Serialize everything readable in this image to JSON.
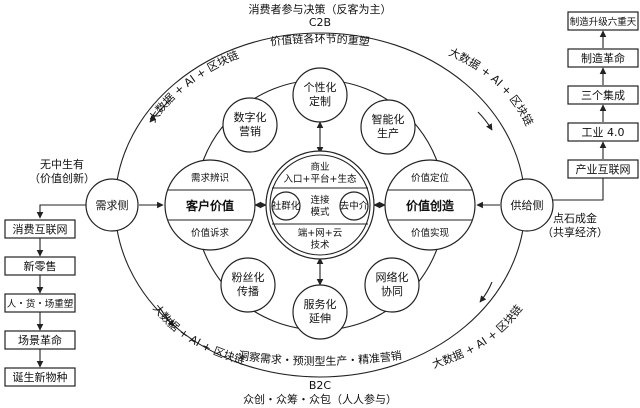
{
  "top": {
    "title": "消费者参与决策（反客为主）",
    "mode": "C2B"
  },
  "bottom": {
    "mode": "B2C",
    "subtitle": "众创・众筹・众包（人人参与）"
  },
  "arcs": {
    "top_center": "价值链各环节的重塑",
    "top_left": "大数据 + AI + 区块链",
    "top_right": "大数据 + AI + 区块链",
    "bottom_left": "大数据 + AI + 区块链",
    "bottom_right": "大数据 + AI + 区块链",
    "bottom_center": "洞察需求・预测型生产・精准营销"
  },
  "demand": {
    "node": "需求侧",
    "note_line1": "无中生有",
    "note_line2": "（价值创新）",
    "chain": [
      "消费互联网",
      "新零售",
      "人・货・场重塑",
      "场景革命",
      "诞生新物种"
    ]
  },
  "supply": {
    "node": "供给侧",
    "note_line1": "点石成金",
    "note_line2": "（共享经济）",
    "chain": [
      "制造升级六重天",
      "制造革命",
      "三个集成",
      "工业 4.0",
      "产业互联网"
    ]
  },
  "customer_value": {
    "title": "客户价值",
    "top": "需求辨识",
    "bottom": "价值诉求"
  },
  "value_creation": {
    "title": "价值创造",
    "top": "价值定位",
    "bottom": "价值实现"
  },
  "center": {
    "top_line1": "商业",
    "top_line2": "入口+平台+生态",
    "middle_line1": "连接",
    "middle_line2": "模式",
    "left": "社群化",
    "right": "去中介",
    "bottom_line1": "端+网+云",
    "bottom_line2": "技术"
  },
  "satellites": [
    {
      "id": "personalized",
      "line1": "个性化",
      "line2": "定制"
    },
    {
      "id": "smart-production",
      "line1": "智能化",
      "line2": "生产"
    },
    {
      "id": "network-collaboration",
      "line1": "网络化",
      "line2": "协同"
    },
    {
      "id": "service-extension",
      "line1": "服务化",
      "line2": "延伸"
    },
    {
      "id": "fan-spread",
      "line1": "粉丝化",
      "line2": "传播"
    },
    {
      "id": "digital-marketing",
      "line1": "数字化",
      "line2": "营销"
    }
  ]
}
